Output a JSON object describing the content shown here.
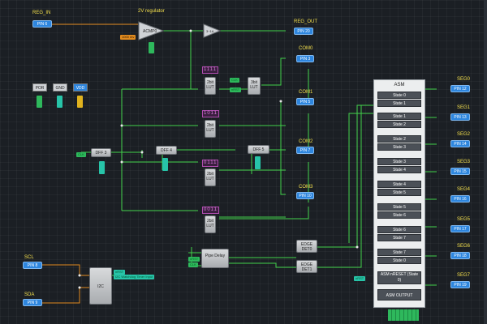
{
  "top": {
    "reg_in_label": "REG_IN",
    "reg_in_pin": "PIN 6",
    "regulator_label": "2V regulator",
    "acmp_label": "ACMP0",
    "vref_tag": "1000 mv",
    "gain_label": "3~1A",
    "reg_out_label": "REG_OUT",
    "reg_out_pin": "PIN 20"
  },
  "power": {
    "por": "POR",
    "gnd": "GND",
    "vdd": "VDD"
  },
  "dffs": {
    "dff3": "DFF 3",
    "dff4": "DFF 4",
    "dff5": "DFF 5"
  },
  "luts": {
    "lut_a": "2bit LUT",
    "lut_b": "2bit LUT",
    "lut_c": "2bit LUT",
    "lut_d": "2bit LUT",
    "lut_e": "3bit LUT"
  },
  "truth": {
    "t1": "1111",
    "t2": "1011",
    "t3": "0111",
    "t4": "0011"
  },
  "coms": [
    {
      "label": "COM0",
      "pin": "PIN 3"
    },
    {
      "label": "COM1",
      "pin": "PIN 5"
    },
    {
      "label": "COM2",
      "pin": "PIN 7"
    },
    {
      "label": "COM3",
      "pin": "PIN 10"
    }
  ],
  "edges": {
    "edge0": "EDGE DET0",
    "edge1": "EDGE DET1"
  },
  "pipe": "Pipe Delay",
  "i2c": {
    "scl_label": "SCL",
    "scl_pin": "PIN 8",
    "sda_label": "SDA",
    "sda_pin": "PIN 9",
    "block": "I2C",
    "wd": "I2C Watchdog Timer Input"
  },
  "asm": {
    "title": "ASM",
    "states": [
      "State 0",
      "State 1",
      "State 1",
      "State 2",
      "State 2",
      "State 3",
      "State 3",
      "State 4",
      "State 4",
      "State 5",
      "State 5",
      "State 6",
      "State 6",
      "State 7",
      "State 7",
      "State 0"
    ],
    "reset": "ASM nRESET (State 0)",
    "output": "ASM OUTPUT"
  },
  "segs": [
    {
      "label": "SEG0",
      "pin": "PIN 12"
    },
    {
      "label": "SEG1",
      "pin": "PIN 13"
    },
    {
      "label": "SEG2",
      "pin": "PIN 14"
    },
    {
      "label": "SEG3",
      "pin": "PIN 15"
    },
    {
      "label": "SEG4",
      "pin": "PIN 16"
    },
    {
      "label": "SEG5",
      "pin": "PIN 17"
    },
    {
      "label": "SEG6",
      "pin": "PIN 18"
    },
    {
      "label": "SEG7",
      "pin": "PIN 19"
    }
  ],
  "colors": {
    "wire": "#41d04a",
    "wire_orange": "#e08a1e",
    "pin": "#2e86de",
    "label": "#f4e04d",
    "bg": "#1b1f24"
  }
}
